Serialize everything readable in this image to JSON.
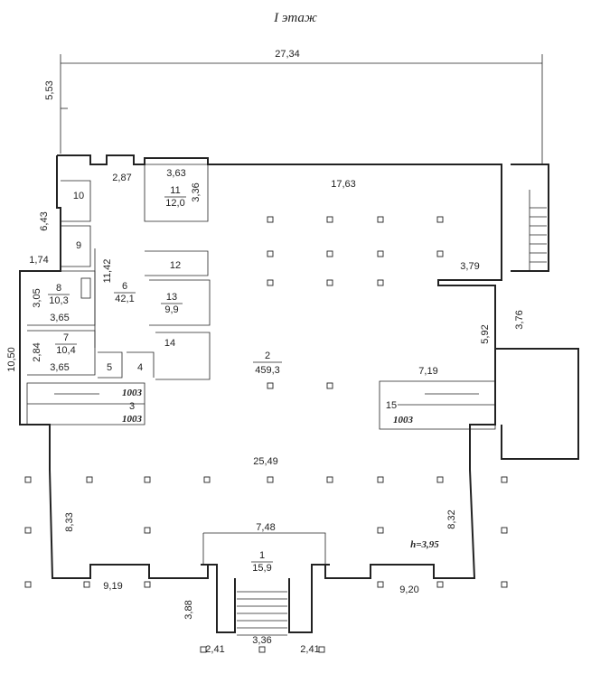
{
  "title": "I этаж",
  "dimensions": {
    "top_width": "27,34",
    "top_height": "5,53",
    "d_287": "2,87",
    "d_363": "3,63",
    "d_336_a": "3,36",
    "d_1763": "17,63",
    "d_643": "6,43",
    "d_174": "1,74",
    "d_1142": "11,42",
    "d_305": "3,05",
    "d_365_a": "3,65",
    "d_284": "2,84",
    "d_365_b": "3,65",
    "d_1050": "10,50",
    "d_379": "3,79",
    "d_376": "3,76",
    "d_592": "5,92",
    "d_719": "7,19",
    "d_2549": "25,49",
    "d_833": "8,33",
    "d_832": "8,32",
    "d_748": "7,48",
    "d_919": "9,19",
    "d_920": "9,20",
    "d_388": "3,88",
    "d_241_a": "2,41",
    "d_336_b": "3,36",
    "d_241_b": "2,41",
    "height": "h=3,95"
  },
  "rooms": {
    "r1_num": "1",
    "r1_area": "15,9",
    "r2_num": "2",
    "r2_area": "459,3",
    "r3_num": "3",
    "r4_num": "4",
    "r5_num": "5",
    "r6_num": "6",
    "r6_area": "42,1",
    "r7_num": "7",
    "r7_area": "10,4",
    "r8_num": "8",
    "r8_area": "10,3",
    "r9_num": "9",
    "r10_num": "10",
    "r11_num": "11",
    "r11_area": "12,0",
    "r12_num": "12",
    "r13_num": "13",
    "r13_area": "9,9",
    "r14_num": "14",
    "r15_num": "15"
  },
  "stair_marks": {
    "a": "1003",
    "b": "1003",
    "c": "1003"
  }
}
